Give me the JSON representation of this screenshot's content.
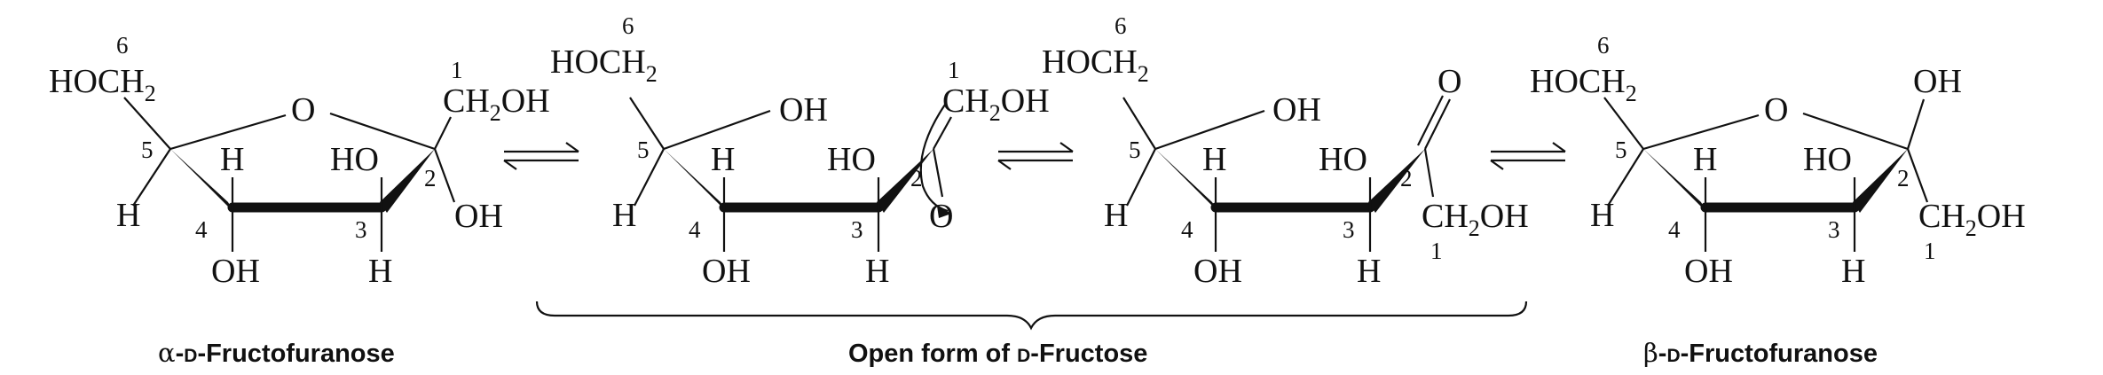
{
  "atoms": {
    "HO": "HO",
    "OH": "OH",
    "H": "H",
    "O": "O",
    "C": "C",
    "CH": "CH",
    "sub2": "2"
  },
  "locants": [
    "1",
    "2",
    "3",
    "4",
    "5",
    "6"
  ],
  "captions": {
    "alpha": {
      "greek": "α",
      "dash1": "-",
      "sc": "D",
      "name": "-Fructofuranose"
    },
    "open": {
      "pre": "Open form of ",
      "sc": "D",
      "name": "-Fructose"
    },
    "beta": {
      "greek": "β",
      "dash1": "-",
      "sc": "D",
      "name": "-Fructofuranose"
    }
  }
}
